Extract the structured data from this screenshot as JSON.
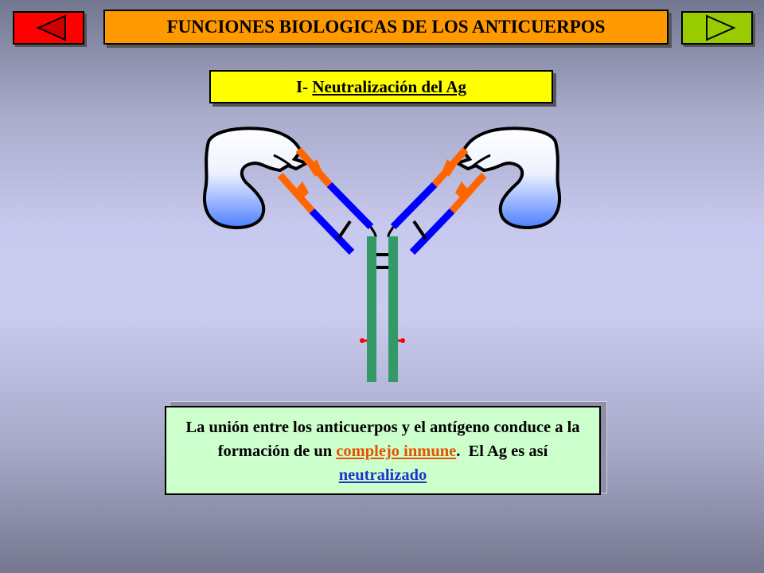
{
  "header": {
    "title": "FUNCIONES BIOLOGICAS DE LOS ANTICUERPOS",
    "prev_icon": "triangle-left-icon",
    "next_icon": "triangle-right-icon"
  },
  "section": {
    "prefix": "I- ",
    "title": "Neutralización del Ag"
  },
  "info": {
    "text_1": "La unión entre los anticuerpos y el antígeno conduce a la formación de un ",
    "link_1": "complejo inmune",
    "text_2": ".  El Ag es así ",
    "link_2": "neutralizado"
  },
  "colors": {
    "prev_button": "#ff0000",
    "next_button": "#99cc00",
    "title_bg": "#ff9900",
    "subtitle_bg": "#ffff00",
    "info_bg": "#ccffcc",
    "heavy_chain": "#339966",
    "light_chain": "#0000ff",
    "variable_region": "#ff6600",
    "antigen": "#6699ff",
    "disulfide_bond": "#ff0000"
  }
}
